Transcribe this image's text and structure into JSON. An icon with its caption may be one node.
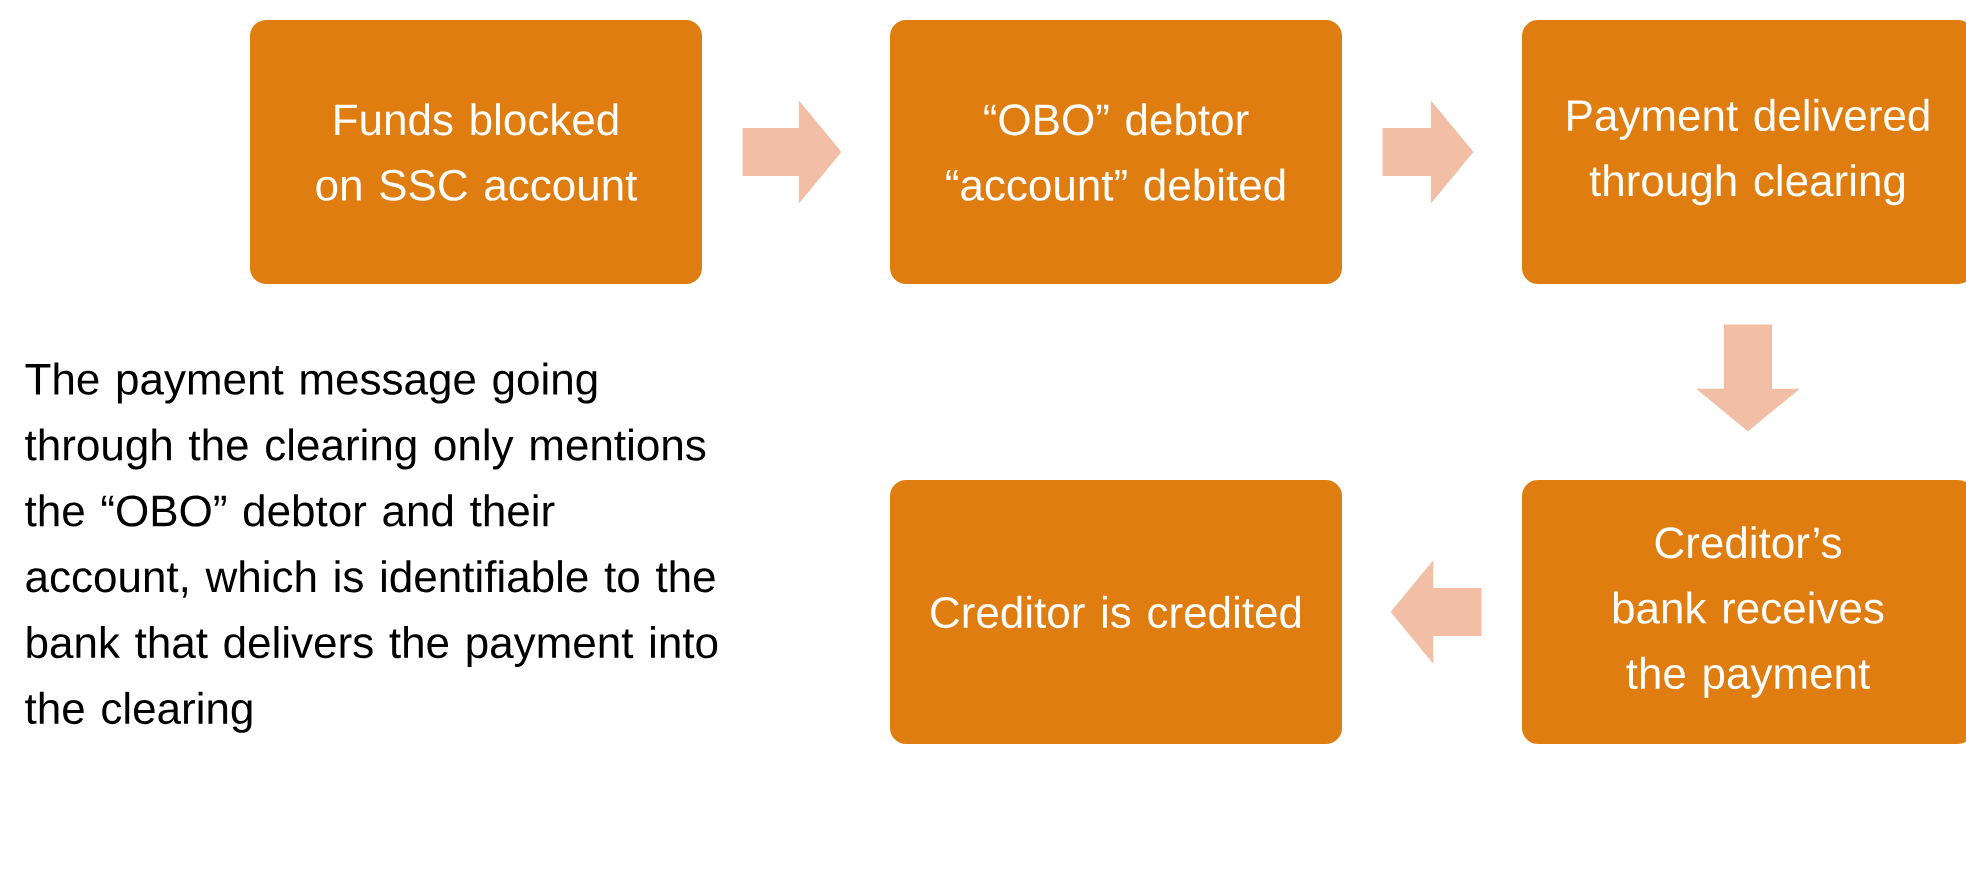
{
  "diagram": {
    "nodes": [
      {
        "text": [
          "Funds blocked on SSC account"
        ]
      },
      {
        "text": [
          "“OBO” debtor “account” debited"
        ]
      },
      {
        "text": [
          "Payment delivered through clearing"
        ]
      },
      {
        "text": [
          "Creditor’s bank receives the payment"
        ]
      },
      {
        "text": [
          "Creditor is credited"
        ]
      }
    ],
    "edges": [
      {
        "from": 0,
        "to": 1,
        "arrow": "to"
      },
      {
        "from": 1,
        "to": 2,
        "arrow": "to"
      },
      {
        "from": 2,
        "to": 3,
        "arrow": "to"
      },
      {
        "from": 3,
        "to": 4,
        "arrow": "to"
      }
    ],
    "labels": [
      "The payment message going through the clearing only mentions the “OBO” debtor and their account, which is identifiable to the bank that delivers the payment into the clearing"
    ]
  }
}
